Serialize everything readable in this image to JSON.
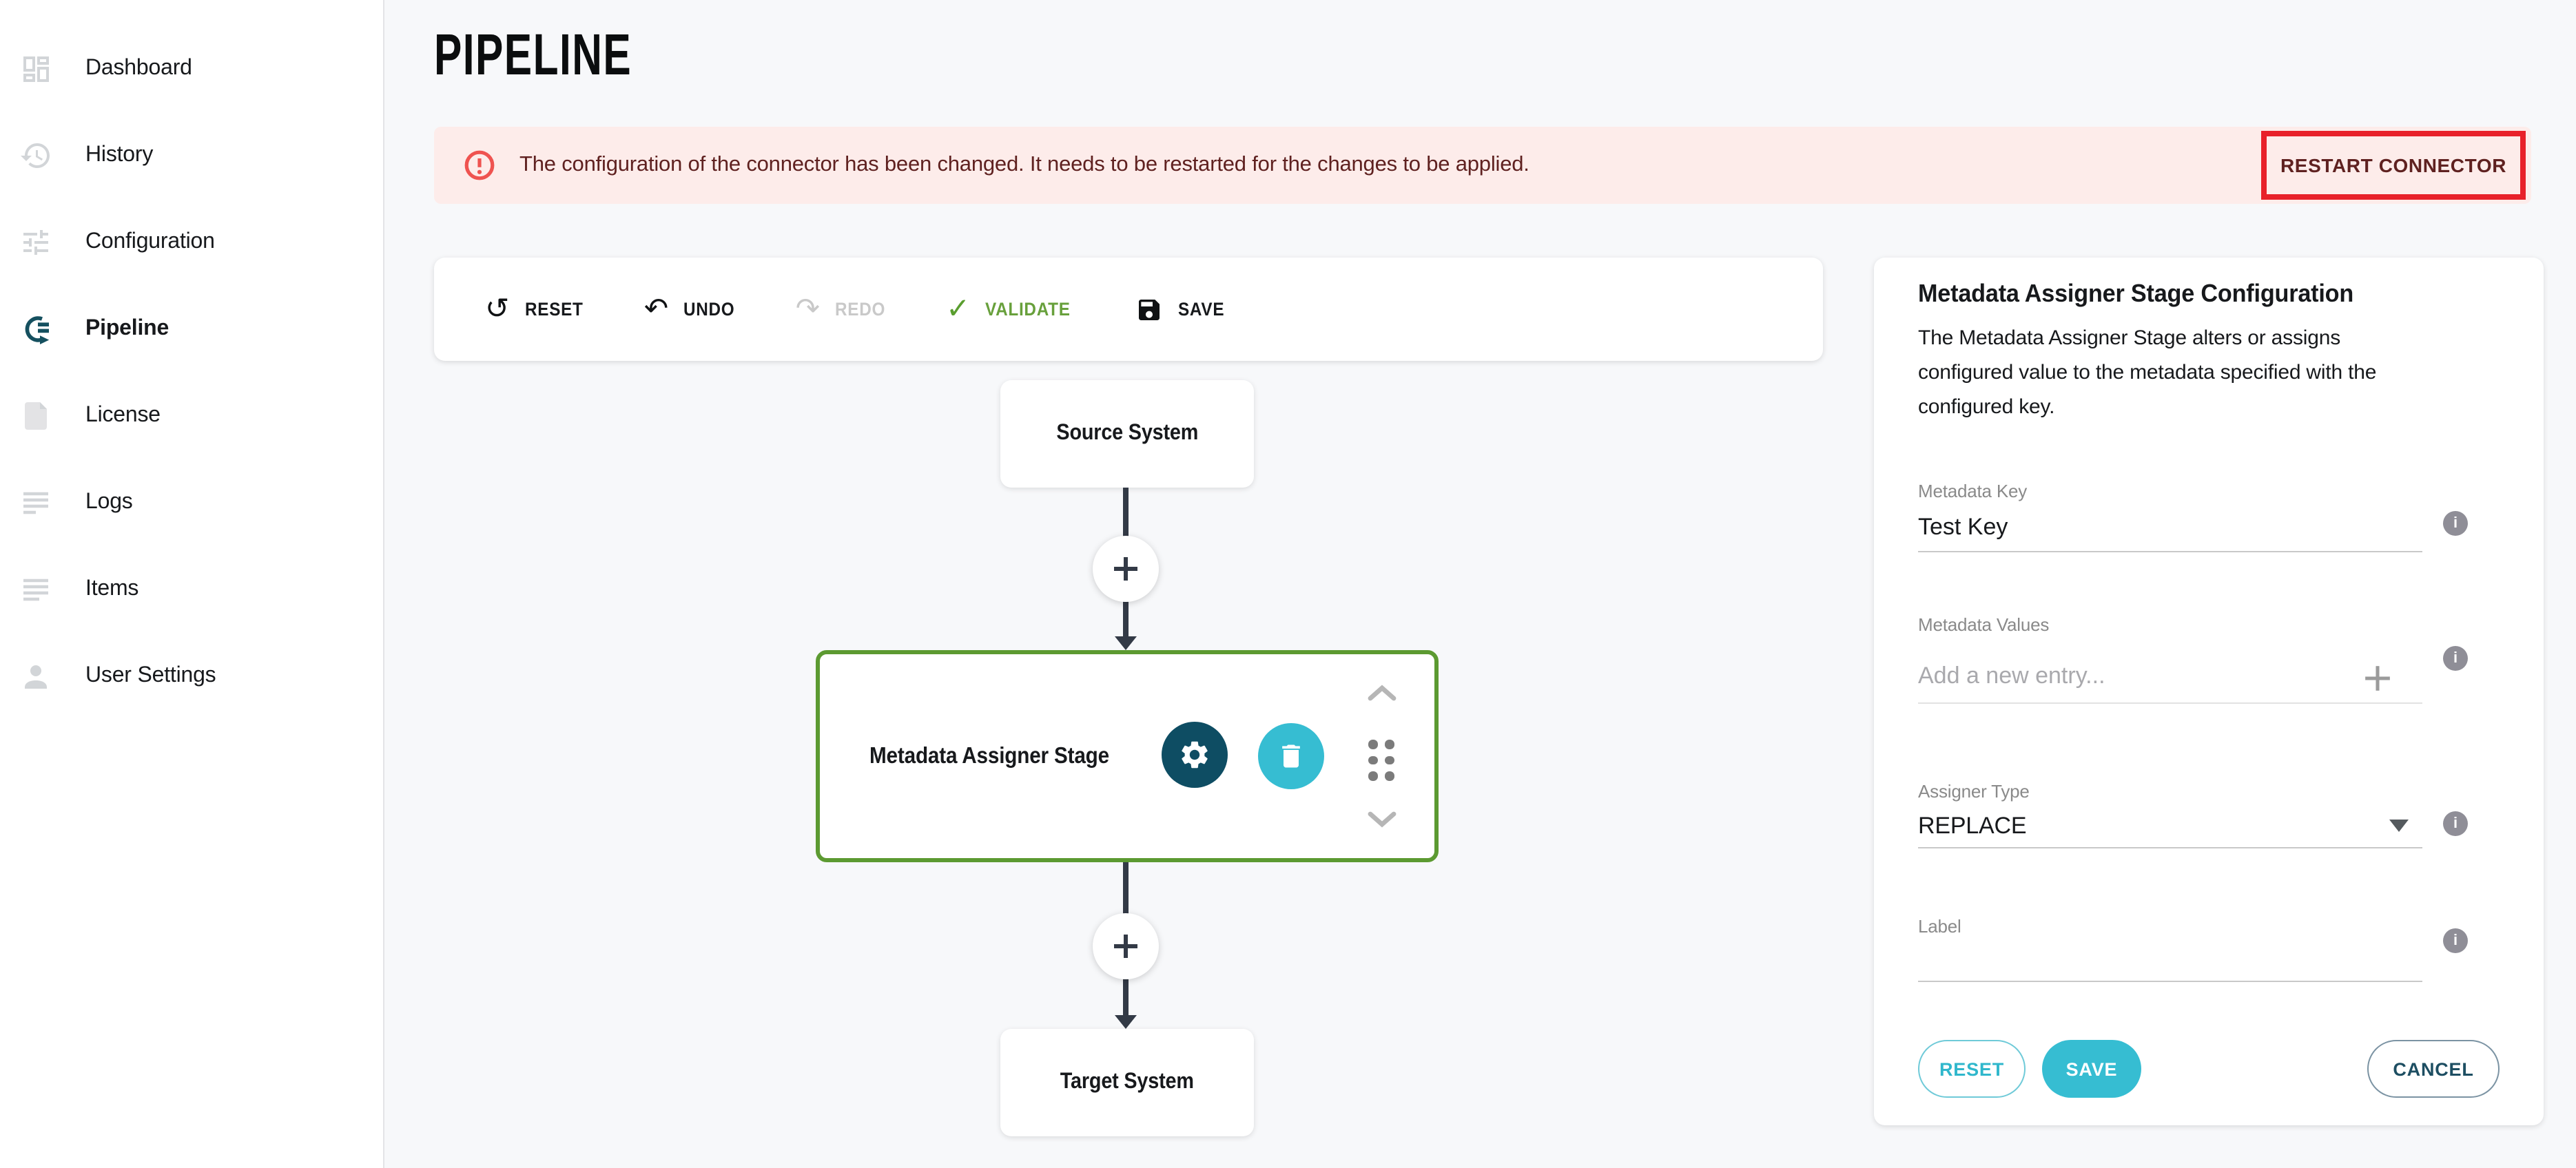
{
  "colors": {
    "accent_teal": "#0e4d63",
    "accent_cyan": "#36bdd2",
    "accent_green": "#5c9a31",
    "alert_red": "#ef5350",
    "highlight_red": "#e8212a",
    "alert_text": "#5f2120",
    "alert_bg": "#fdecea"
  },
  "sidebar": {
    "items": [
      {
        "label": "Dashboard",
        "icon": "dashboard-icon"
      },
      {
        "label": "History",
        "icon": "history-icon"
      },
      {
        "label": "Configuration",
        "icon": "tune-icon"
      },
      {
        "label": "Pipeline",
        "icon": "pipeline-icon"
      },
      {
        "label": "License",
        "icon": "license-icon"
      },
      {
        "label": "Logs",
        "icon": "logs-icon"
      },
      {
        "label": "Items",
        "icon": "items-icon"
      },
      {
        "label": "User Settings",
        "icon": "user-icon"
      }
    ]
  },
  "header": {
    "title": "PIPELINE"
  },
  "alert": {
    "message": "The configuration of the connector has been changed. It needs to be restarted for the changes to be applied.",
    "action_label": "RESTART CONNECTOR"
  },
  "toolbar": {
    "buttons": [
      {
        "label": "RESET",
        "icon": "reset-icon",
        "glyph": "↺"
      },
      {
        "label": "UNDO",
        "icon": "undo-icon",
        "glyph": "↶"
      },
      {
        "label": "REDO",
        "icon": "redo-icon",
        "glyph": "↷",
        "disabled": true
      },
      {
        "label": "VALIDATE",
        "icon": "check-icon",
        "glyph": "✓"
      },
      {
        "label": "SAVE",
        "icon": "floppy-icon"
      }
    ]
  },
  "canvas": {
    "source_label": "Source System",
    "stage_label": "Metadata Assigner Stage",
    "target_label": "Target System"
  },
  "panel": {
    "title": "Metadata Assigner Stage Configuration",
    "description": "The Metadata Assigner Stage alters or assigns configured value to the metadata specified with the configured key.",
    "fields": {
      "metadata_key": {
        "label": "Metadata Key",
        "value": "Test Key"
      },
      "metadata_values": {
        "label": "Metadata Values",
        "placeholder": "Add a new entry..."
      },
      "assigner_type": {
        "label": "Assigner Type",
        "value": "REPLACE"
      },
      "label_field": {
        "label": "Label",
        "value": ""
      }
    },
    "info_glyph": "i",
    "buttons": {
      "reset": "RESET",
      "save": "SAVE",
      "cancel": "CANCEL"
    }
  }
}
